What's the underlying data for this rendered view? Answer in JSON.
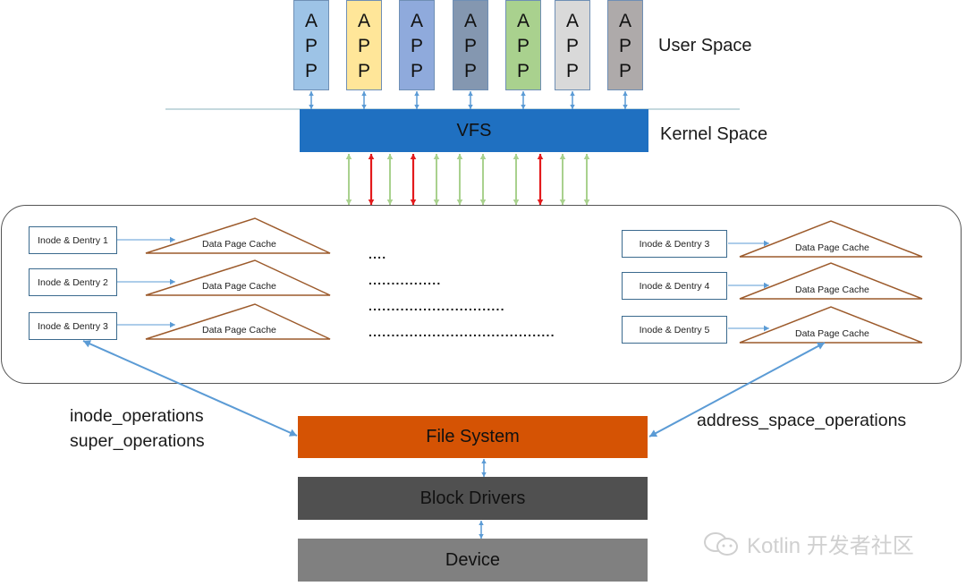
{
  "apps": [
    {
      "label": [
        "A",
        "P",
        "P"
      ],
      "color": "#9dc3e6"
    },
    {
      "label": [
        "A",
        "P",
        "P"
      ],
      "color": "#ffe699"
    },
    {
      "label": [
        "A",
        "P",
        "P"
      ],
      "color": "#8faadc"
    },
    {
      "label": [
        "A",
        "P",
        "P"
      ],
      "color": "#8497b0"
    },
    {
      "label": [
        "A",
        "P",
        "P"
      ],
      "color": "#a9d18e"
    },
    {
      "label": [
        "A",
        "P",
        "P"
      ],
      "color": "#d9d9d9"
    },
    {
      "label": [
        "A",
        "P",
        "P"
      ],
      "color": "#aeaaaa"
    }
  ],
  "space_labels": {
    "user": "User Space",
    "kernel": "Kernel Space"
  },
  "vfs": {
    "label": "VFS",
    "color": "#1f70c1"
  },
  "vfs_links": [
    "green",
    "red",
    "green",
    "red",
    "green",
    "green",
    "green",
    "green",
    "red",
    "green",
    "green"
  ],
  "link_colors": {
    "green": "#a9d18e",
    "red": "#e31a1c",
    "blue": "#5b9bd5"
  },
  "cache_left": [
    {
      "inode": "Inode & Dentry 1",
      "cache": "Data Page Cache"
    },
    {
      "inode": "Inode & Dentry 2",
      "cache": "Data Page Cache"
    },
    {
      "inode": "Inode & Dentry 3",
      "cache": "Data Page Cache"
    }
  ],
  "cache_right": [
    {
      "inode": "Inode & Dentry 3",
      "cache": "Data Page Cache"
    },
    {
      "inode": "Inode & Dentry 4",
      "cache": "Data Page Cache"
    },
    {
      "inode": "Inode & Dentry 5",
      "cache": "Data Page Cache"
    }
  ],
  "ellipsis_rows": [
    "....",
    "................",
    "..............................",
    "........................................."
  ],
  "ops_left": [
    "inode_operations",
    "super_operations"
  ],
  "ops_right": "address_space_operations",
  "layers": {
    "file_system": {
      "label": "File System",
      "color": "#d55304"
    },
    "block_drivers": {
      "label": "Block Drivers",
      "color": "#505050"
    },
    "device": {
      "label": "Device",
      "color": "#808080"
    }
  },
  "watermark": "Kotlin 开发者社区"
}
